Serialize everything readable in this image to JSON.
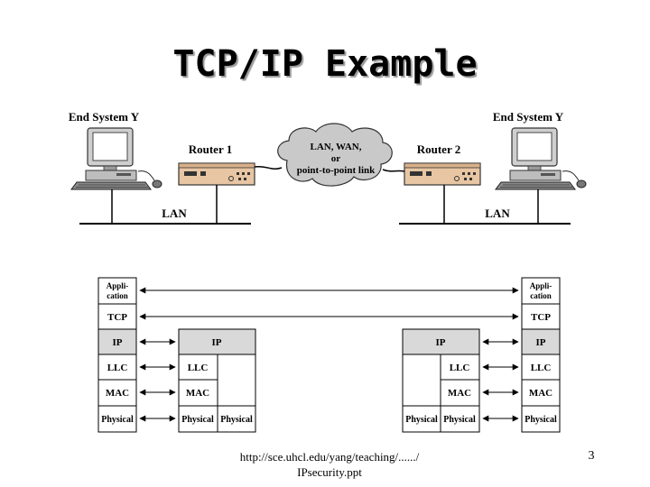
{
  "slide": {
    "title": "TCP/IP Example",
    "footer": {
      "source_line1": "http://sce.uhcl.edu/yang/teaching/....../",
      "source_line2": "IPsecurity.ppt",
      "page_number": "3"
    }
  },
  "network": {
    "left_host_label": "End System Y",
    "right_host_label": "End System Y",
    "router1_label": "Router 1",
    "router2_label": "Router 2",
    "cloud_line1": "LAN, WAN,",
    "cloud_line2": "or",
    "cloud_line3": "point-to-point link",
    "left_lan_label": "LAN",
    "right_lan_label": "LAN"
  },
  "stacks": {
    "end_system_layers": {
      "app_line1": "Appli-",
      "app_line2": "cation",
      "tcp": "TCP",
      "ip": "IP",
      "llc": "LLC",
      "mac": "MAC",
      "physical": "Physical"
    },
    "router1": {
      "ip": "IP",
      "llc": "LLC",
      "mac": "MAC",
      "physical_a": "Physical",
      "physical_b": "Physical"
    },
    "router2": {
      "ip": "IP",
      "llc": "LLC",
      "mac": "MAC",
      "physical_a": "Physical",
      "physical_b": "Physical"
    }
  }
}
